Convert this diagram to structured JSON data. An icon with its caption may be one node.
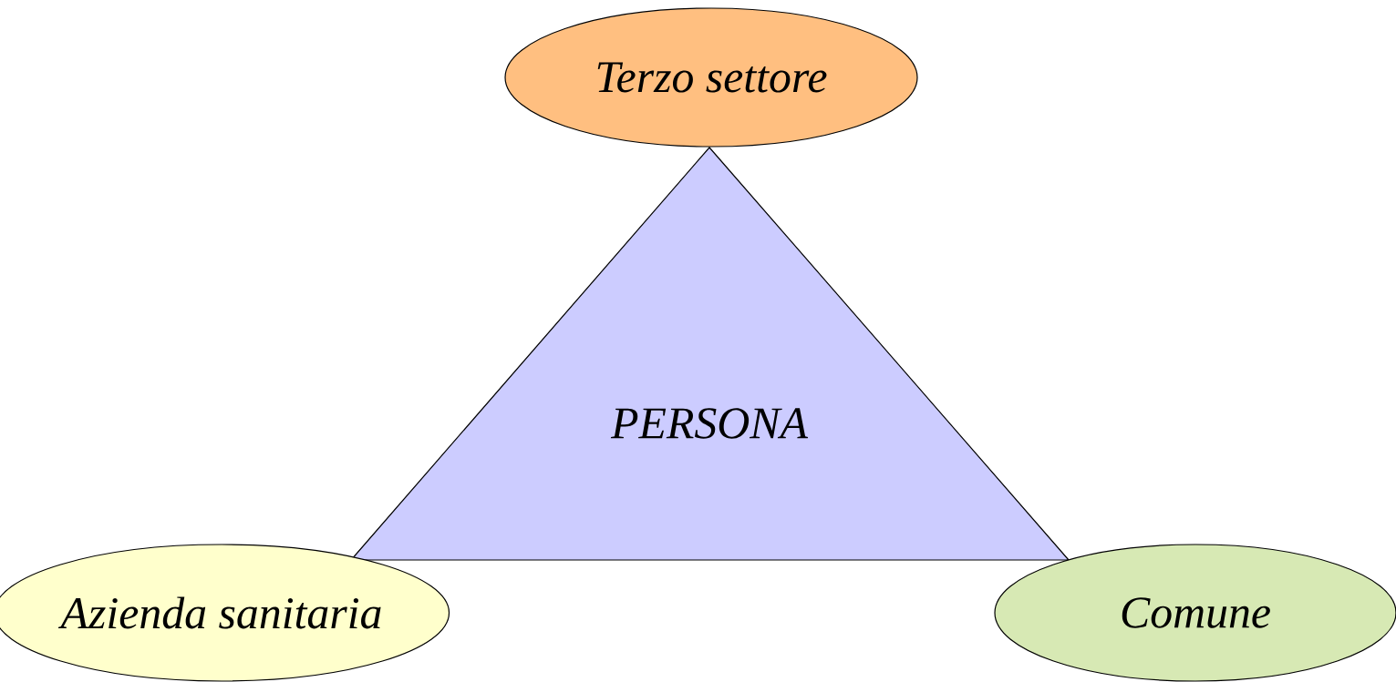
{
  "diagram": {
    "nodes": [
      {
        "text": [
          "Terzo settore"
        ]
      },
      {
        "text": [
          "PERSONA"
        ]
      },
      {
        "text": [
          "Azienda sanitaria"
        ]
      },
      {
        "text": [
          "Comune"
        ]
      }
    ]
  }
}
